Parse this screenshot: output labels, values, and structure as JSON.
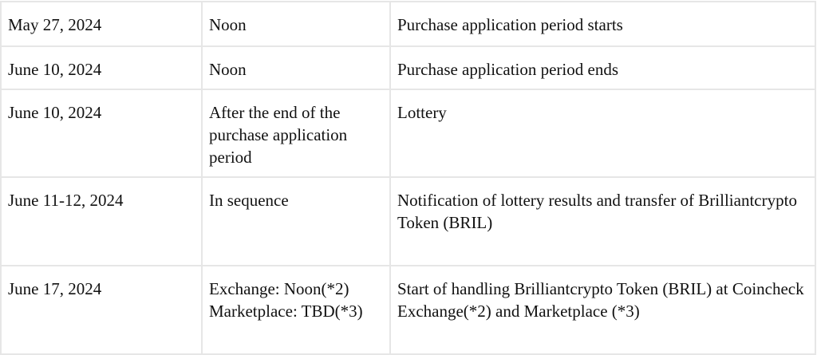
{
  "schedule": {
    "rows": [
      {
        "date": "May 27, 2024",
        "time": "Noon",
        "event": "Purchase application period starts"
      },
      {
        "date": "June 10, 2024",
        "time": "Noon",
        "event": "Purchase application period ends"
      },
      {
        "date": "June 10, 2024",
        "time": "After the end of the purchase application period",
        "event": "Lottery"
      },
      {
        "date": "June 11-12, 2024",
        "time": "In sequence",
        "event": "Notification of lottery results and transfer of Brilliantcrypto Token (BRIL)"
      },
      {
        "date": "June 17, 2024",
        "time": "Exchange: Noon(*2) Marketplace: TBD(*3)",
        "event": "Start of handling Brilliantcrypto Token (BRIL) at Coincheck Exchange(*2) and Marketplace (*3)"
      }
    ]
  }
}
